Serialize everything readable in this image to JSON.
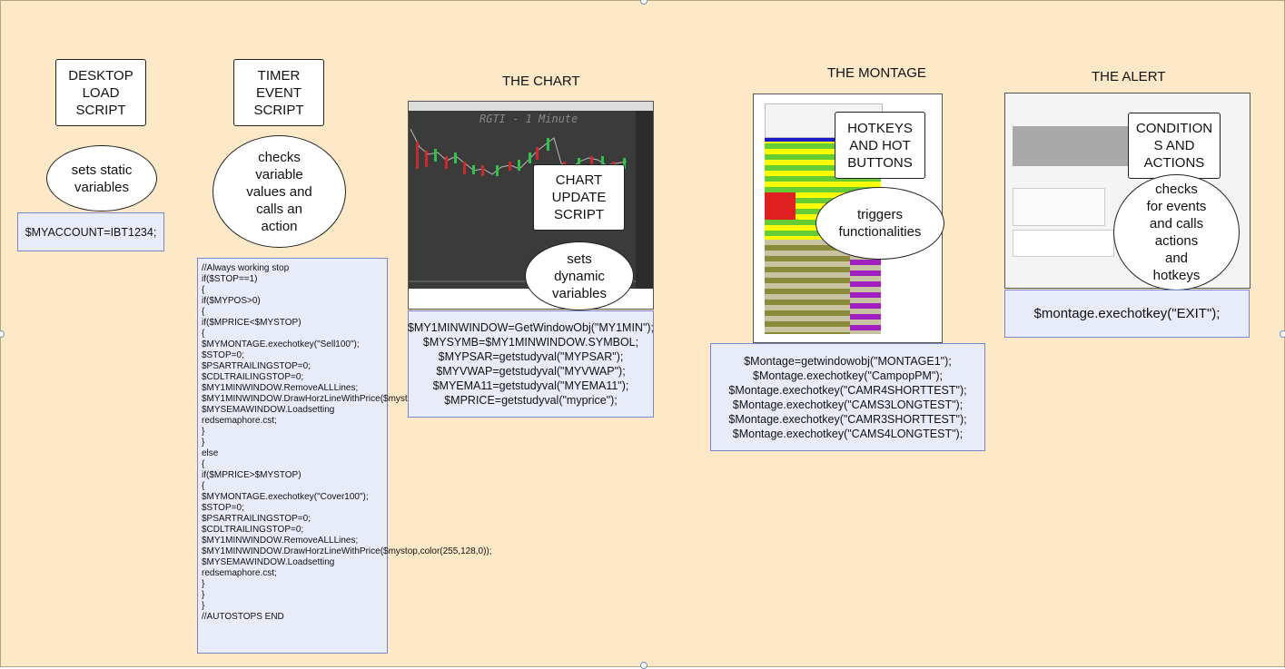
{
  "sections": {
    "desktop": {
      "label": "DESKTOP\nLOAD\nSCRIPT",
      "note": "sets static\nvariables",
      "code": "$MYACCOUNT=IBT1234;"
    },
    "timer": {
      "label": "TIMER\nEVENT\nSCRIPT",
      "note": "checks\nvariable\nvalues and\ncalls an\naction",
      "code": "//Always working stop\nif($STOP==1)\n{\nif($MYPOS>0)\n{\nif($MPRICE<$MYSTOP)\n{\n$MYMONTAGE.exechotkey(\"Sell100\");\n$STOP=0;\n$PSARTRAILINGSTOP=0;\n$CDLTRAILINGSTOP=0;\n$MY1MINWINDOW.RemoveALLLines;\n$MY1MINWINDOW.DrawHorzLineWithPrice($mystop,color(255,128,0));\n$MYSEMAWINDOW.Loadsetting redsemaphore.cst;\n}\n}\nelse\n{\nif($MPRICE>$MYSTOP)\n{\n$MYMONTAGE.exechotkey(\"Cover100\");\n$STOP=0;\n$PSARTRAILINGSTOP=0;\n$CDLTRAILINGSTOP=0;\n$MY1MINWINDOW.RemoveALLLines;\n$MY1MINWINDOW.DrawHorzLineWithPrice($mystop,color(255,128,0));\n$MYSEMAWINDOW.Loadsetting redsemaphore.cst;\n}\n}\n}\n//AUTOSTOPS END"
    },
    "chart": {
      "title": "THE CHART",
      "chart_watermark": "RGTI - 1 Minute",
      "label": "CHART\nUPDATE\nSCRIPT",
      "note": "sets\ndynamic\nvariables",
      "code": "$MY1MINWINDOW=GetWindowObj(\"MY1MIN\");\n$MYSYMB=$MY1MINWINDOW.SYMBOL;\n$MYPSAR=getstudyval(\"MYPSAR\");\n$MYVWAP=getstudyval(\"MYVWAP\");\n$MYEMA11=getstudyval(\"MYEMA11\");\n$MPRICE=getstudyval(\"myprice\");"
    },
    "montage": {
      "title": "THE MONTAGE",
      "label": "HOTKEYS\nAND HOT\nBUTTONS",
      "note": "triggers\nfunctionalities",
      "code": "$Montage=getwindowobj(\"MONTAGE1\");\n$Montage.exechotkey(\"CampopPM\");\n$Montage.exechotkey(\"CAMR4SHORTTEST\");\n$Montage.exechotkey(\"CAMS3LONGTEST\");\n$Montage.exechotkey(\"CAMR3SHORTTEST\");\n$Montage.exechotkey(\"CAMS4LONGTEST\");"
    },
    "alert": {
      "title": "THE ALERT",
      "label": "CONDITION\nS AND\nACTIONS",
      "note": "checks\nfor events\nand calls\nactions\nand\nhotkeys",
      "code": "$montage.exechotkey(\"EXIT\");"
    }
  },
  "colors": {
    "canvas": "#fde8c8",
    "code_bg": "#e8ecf8",
    "code_border": "#7a86c8",
    "chart_bg": "#3b3b3b"
  }
}
